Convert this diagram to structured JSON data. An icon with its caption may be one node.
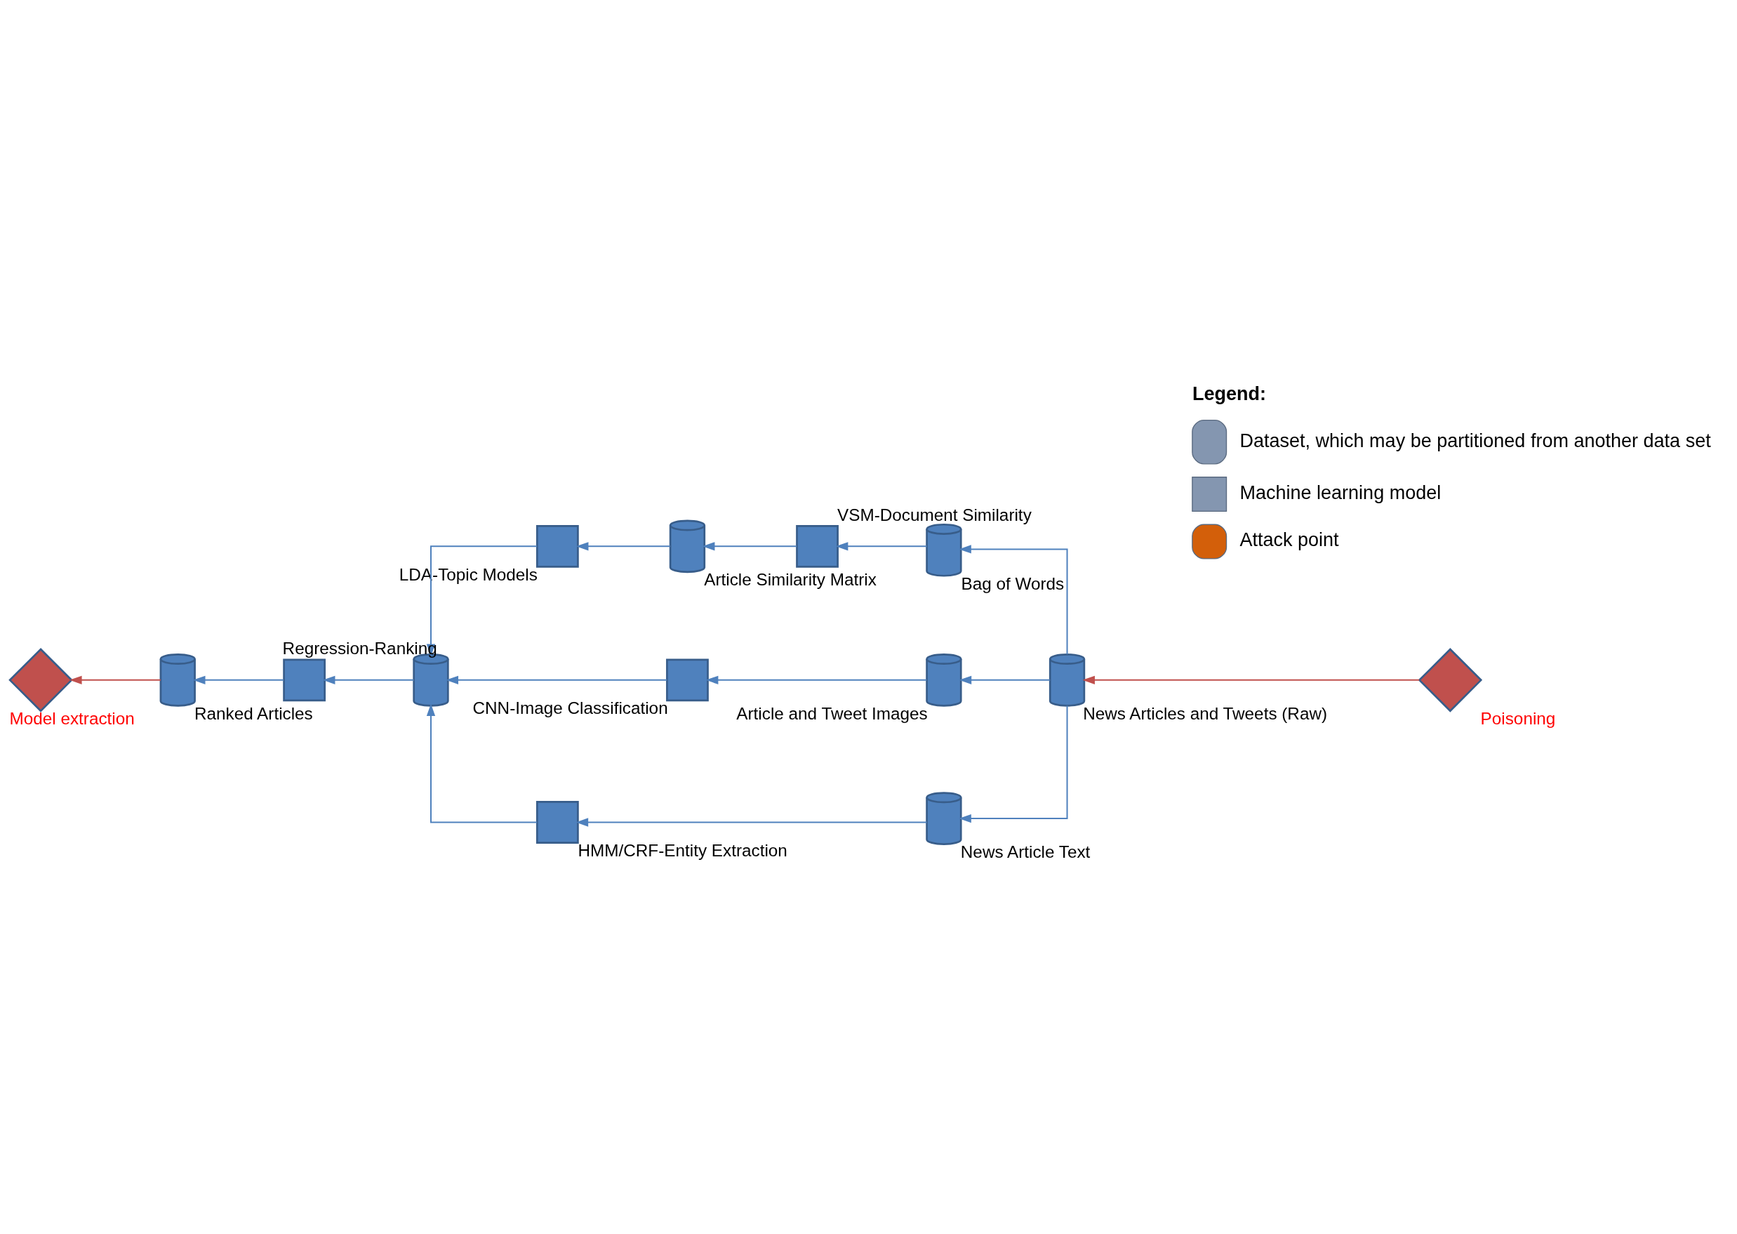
{
  "diagram": {
    "nodes": [
      {
        "text": [],
        "shape": "cylinder",
        "beside": [
          "News Articles and Tweets (Raw)"
        ]
      },
      {
        "text": [],
        "shape": "cylinder",
        "beside": [
          "Bag of Words"
        ]
      },
      {
        "text": [],
        "shape": "box",
        "beside": [
          "VSM-Document Similarity"
        ]
      },
      {
        "text": [],
        "shape": "cylinder",
        "beside": [
          "Article Similarity Matrix"
        ]
      },
      {
        "text": [],
        "shape": "box",
        "beside": [
          "LDA-Topic Models"
        ]
      },
      {
        "text": [],
        "shape": "cylinder",
        "beside": [
          "Article and Tweet Images"
        ]
      },
      {
        "text": [],
        "shape": "box",
        "beside": [
          "CNN-Image Classification"
        ]
      },
      {
        "text": [],
        "shape": "cylinder",
        "beside": [
          "News Article Text"
        ]
      },
      {
        "text": [],
        "shape": "box",
        "beside": [
          "HMM/CRF-Entity Extraction"
        ]
      },
      {
        "text": [],
        "shape": "cylinder"
      },
      {
        "text": [],
        "shape": "box",
        "beside": [
          "Regression-Ranking"
        ]
      },
      {
        "text": [],
        "shape": "cylinder",
        "beside": [
          "Ranked Articles"
        ]
      },
      {
        "text": [],
        "shape": "diamond",
        "beside": [
          "Poisoning"
        ]
      },
      {
        "text": [],
        "shape": "diamond",
        "beside": [
          "Model extraction"
        ]
      }
    ],
    "edges": [
      {
        "from": 0,
        "to": 1,
        "arrow": "to"
      },
      {
        "from": 1,
        "to": 2,
        "arrow": "to"
      },
      {
        "from": 2,
        "to": 3,
        "arrow": "to"
      },
      {
        "from": 3,
        "to": 4,
        "arrow": "to"
      },
      {
        "from": 4,
        "to": 9,
        "arrow": "to"
      },
      {
        "from": 0,
        "to": 5,
        "arrow": "to"
      },
      {
        "from": 5,
        "to": 6,
        "arrow": "to"
      },
      {
        "from": 6,
        "to": 9,
        "arrow": "to"
      },
      {
        "from": 0,
        "to": 7,
        "arrow": "to"
      },
      {
        "from": 7,
        "to": 8,
        "arrow": "to"
      },
      {
        "from": 8,
        "to": 9,
        "arrow": "to"
      },
      {
        "from": 9,
        "to": 10,
        "arrow": "to"
      },
      {
        "from": 10,
        "to": 11,
        "arrow": "to"
      },
      {
        "from": 12,
        "to": 0,
        "arrow": "to",
        "color": "#c0504d"
      },
      {
        "from": 11,
        "to": 13,
        "arrow": "to",
        "color": "#c0504d"
      }
    ],
    "labels": [
      "Legend:"
    ],
    "legend": [
      {
        "text": "Dataset, which may be partitioned from another data set"
      },
      {
        "text": "Machine learning model"
      },
      {
        "text": "Attack point"
      }
    ]
  }
}
